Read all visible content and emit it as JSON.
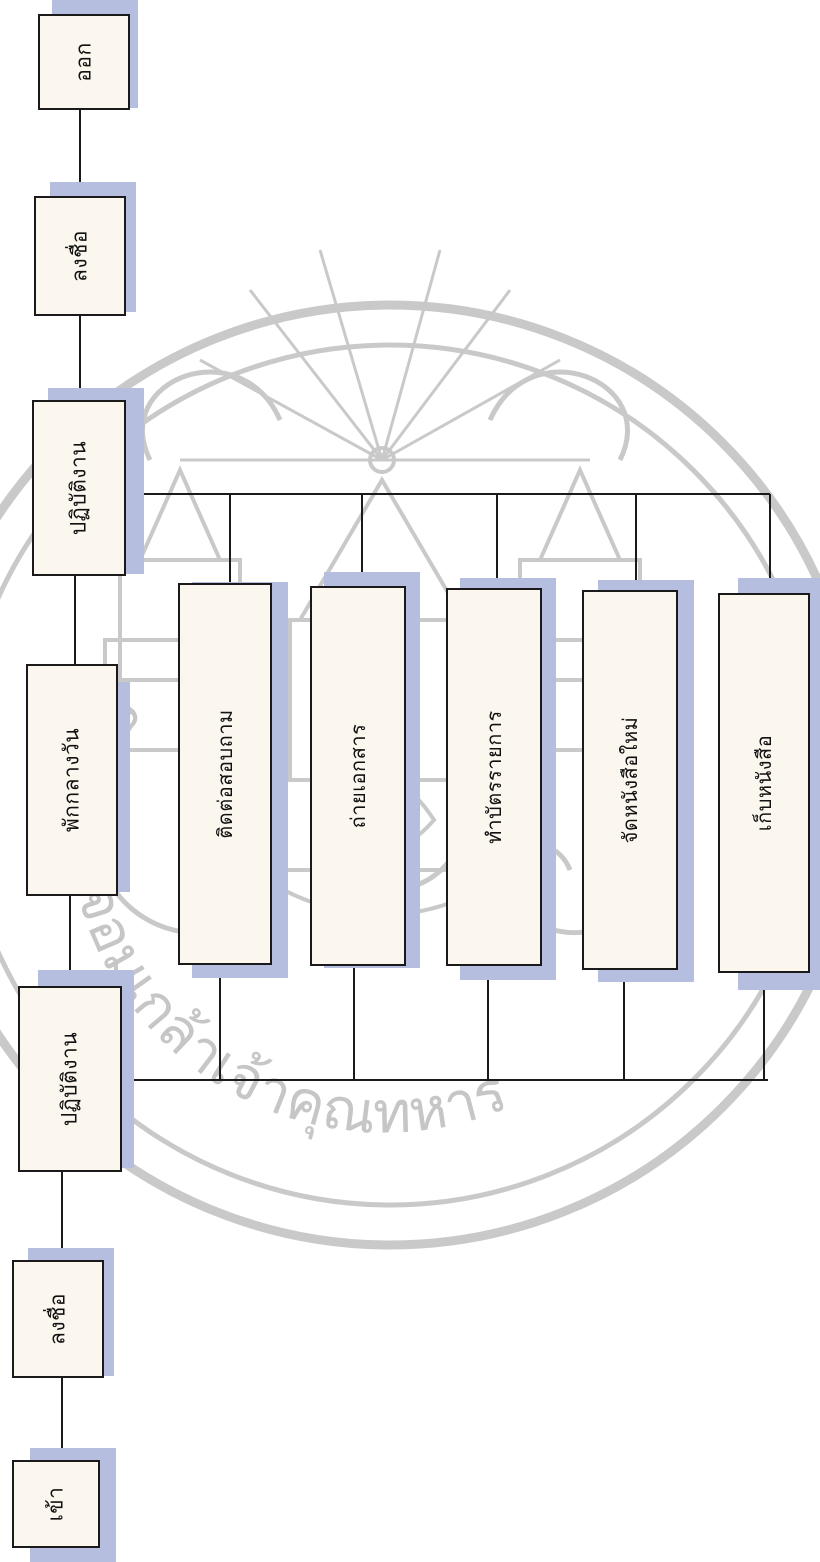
{
  "main_flow": [
    {
      "id": "enter",
      "label": "เข้า"
    },
    {
      "id": "sign-in-1",
      "label": "ลงชื่อ"
    },
    {
      "id": "work-1",
      "label": "ปฏิบัติงาน"
    },
    {
      "id": "lunch",
      "label": "พักกลางวัน"
    },
    {
      "id": "work-2",
      "label": "ปฏิบัติงาน"
    },
    {
      "id": "sign-in-2",
      "label": "ลงชื่อ"
    },
    {
      "id": "exit",
      "label": "ออก"
    }
  ],
  "work_tasks": [
    {
      "id": "contact-inquiry",
      "label": "ติดต่อสอบถาม"
    },
    {
      "id": "copy-documents",
      "label": "ถ่ายเอกสาร"
    },
    {
      "id": "make-catalog-cards",
      "label": "ทำบัตรรายการ"
    },
    {
      "id": "arrange-new-books",
      "label": "จัดหนังสือใหม่"
    },
    {
      "id": "shelve-books",
      "label": "เก็บหนังสือ"
    }
  ],
  "colors": {
    "box_fill": "#fbf6ee",
    "shadow": "#b6bee0",
    "line": "#1a1a1a",
    "watermark": "#c8c8c8"
  },
  "watermark": {
    "arc_text": "โดยพระจอมเกล้าเจ้าคุณทหาร",
    "type": "university seal"
  }
}
